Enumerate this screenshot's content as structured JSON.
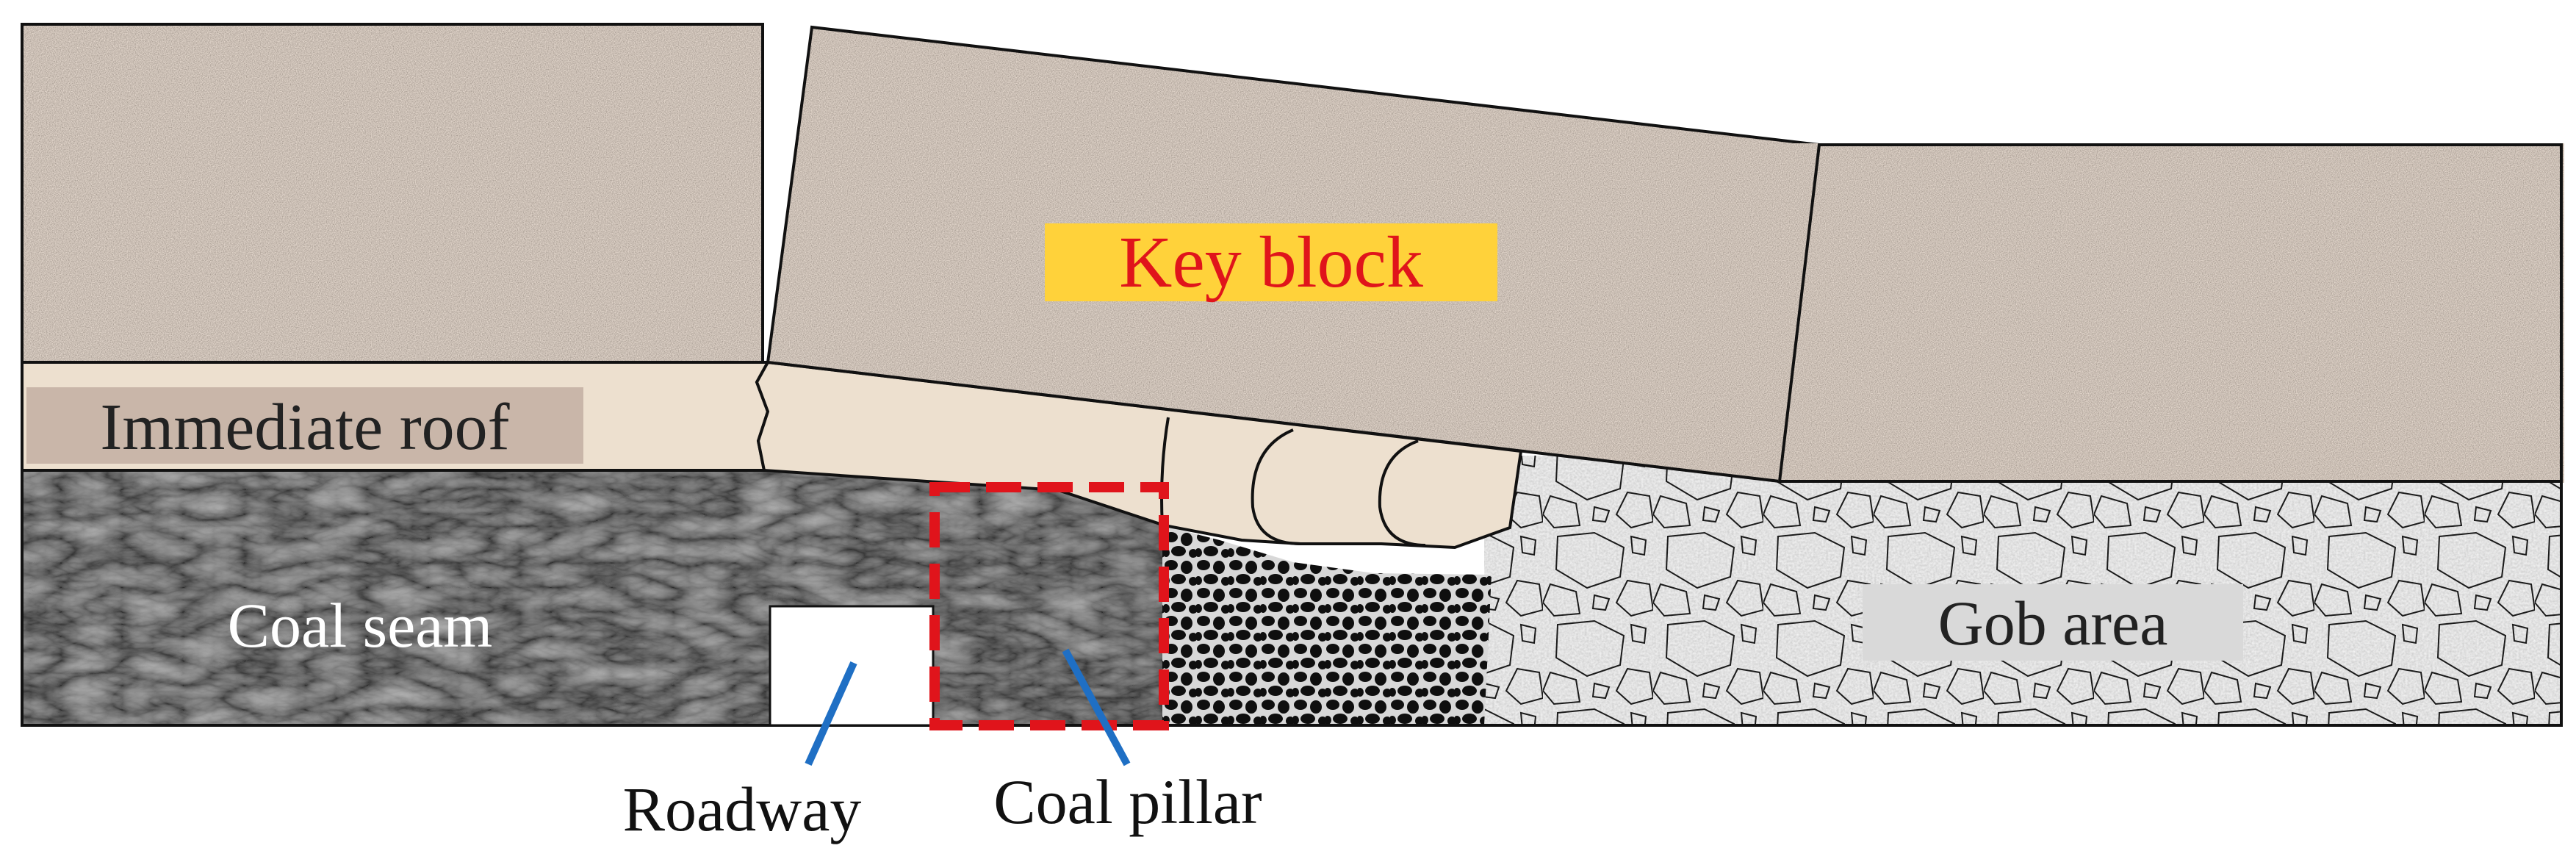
{
  "labels": {
    "key_block": "Key block",
    "immediate_roof": "Immediate roof",
    "coal_seam": "Coal seam",
    "gob_area": "Gob area",
    "roadway": "Roadway",
    "coal_pillar": "Coal pillar"
  },
  "colors": {
    "rock": "#9c8a80",
    "immediate_roof": "#ede0cf",
    "coal": "#1e1e1e",
    "gob": "#bcbcbc",
    "broken_coal": "#0f0f0f",
    "key_label_bg": "#ffd23a",
    "key_label_text": "#e0141b",
    "roof_label_bg": "#c9b6a9",
    "gob_label_bg": "#d9d9d9",
    "pillar_outline": "#e0141b",
    "leader_line": "#1f6fc4",
    "outline": "#111111"
  }
}
